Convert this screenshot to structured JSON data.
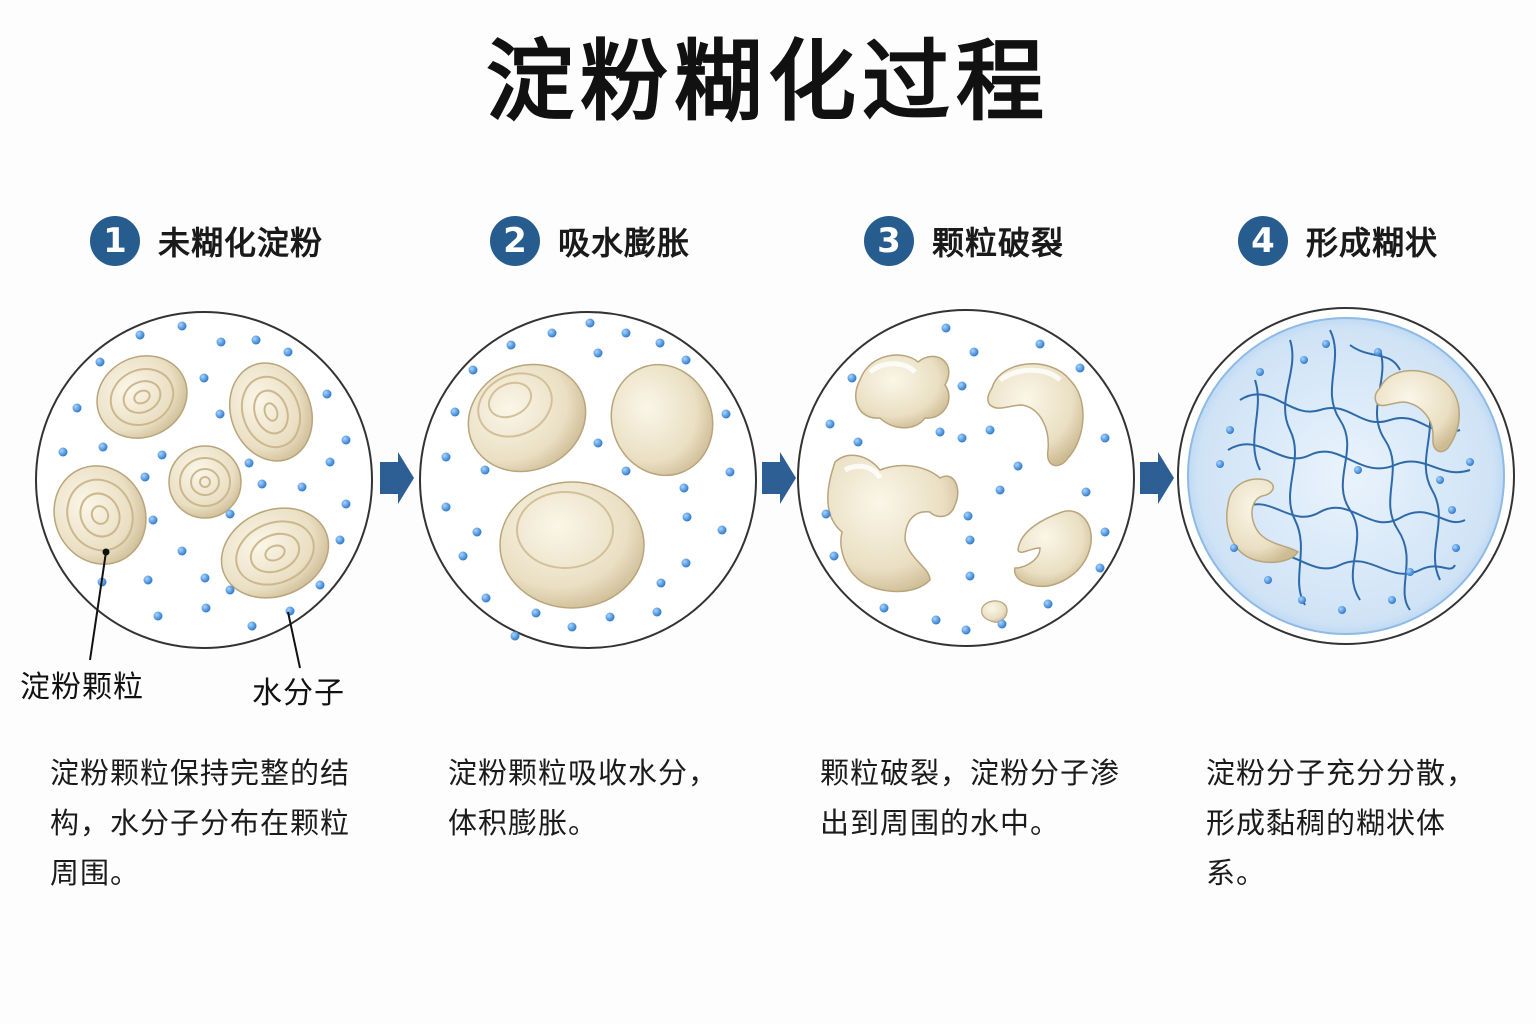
{
  "title": "淀粉糊化过程",
  "steps": [
    {
      "number": "1",
      "title": "未糊化淀粉",
      "description": "淀粉颗粒保持完整的结构，水分子分布在颗粒周围。"
    },
    {
      "number": "2",
      "title": "吸水膨胀",
      "description": "淀粉颗粒吸收水分，体积膨胀。"
    },
    {
      "number": "3",
      "title": "颗粒破裂",
      "description": "颗粒破裂，淀粉分子渗出到周围的水中。"
    },
    {
      "number": "4",
      "title": "形成糊状",
      "description": "淀粉分子充分分散，形成黏稠的糊状体系。"
    }
  ],
  "callouts": {
    "starch_granule": "淀粉颗粒",
    "water_molecule": "水分子"
  },
  "colors": {
    "badge": "#275c8f",
    "arrow": "#2d5f94",
    "granule": "#eadfc3",
    "water_dot": "#4a8fd6",
    "paste_fill": "#cfe3f6",
    "network": "#2e6aa9"
  }
}
